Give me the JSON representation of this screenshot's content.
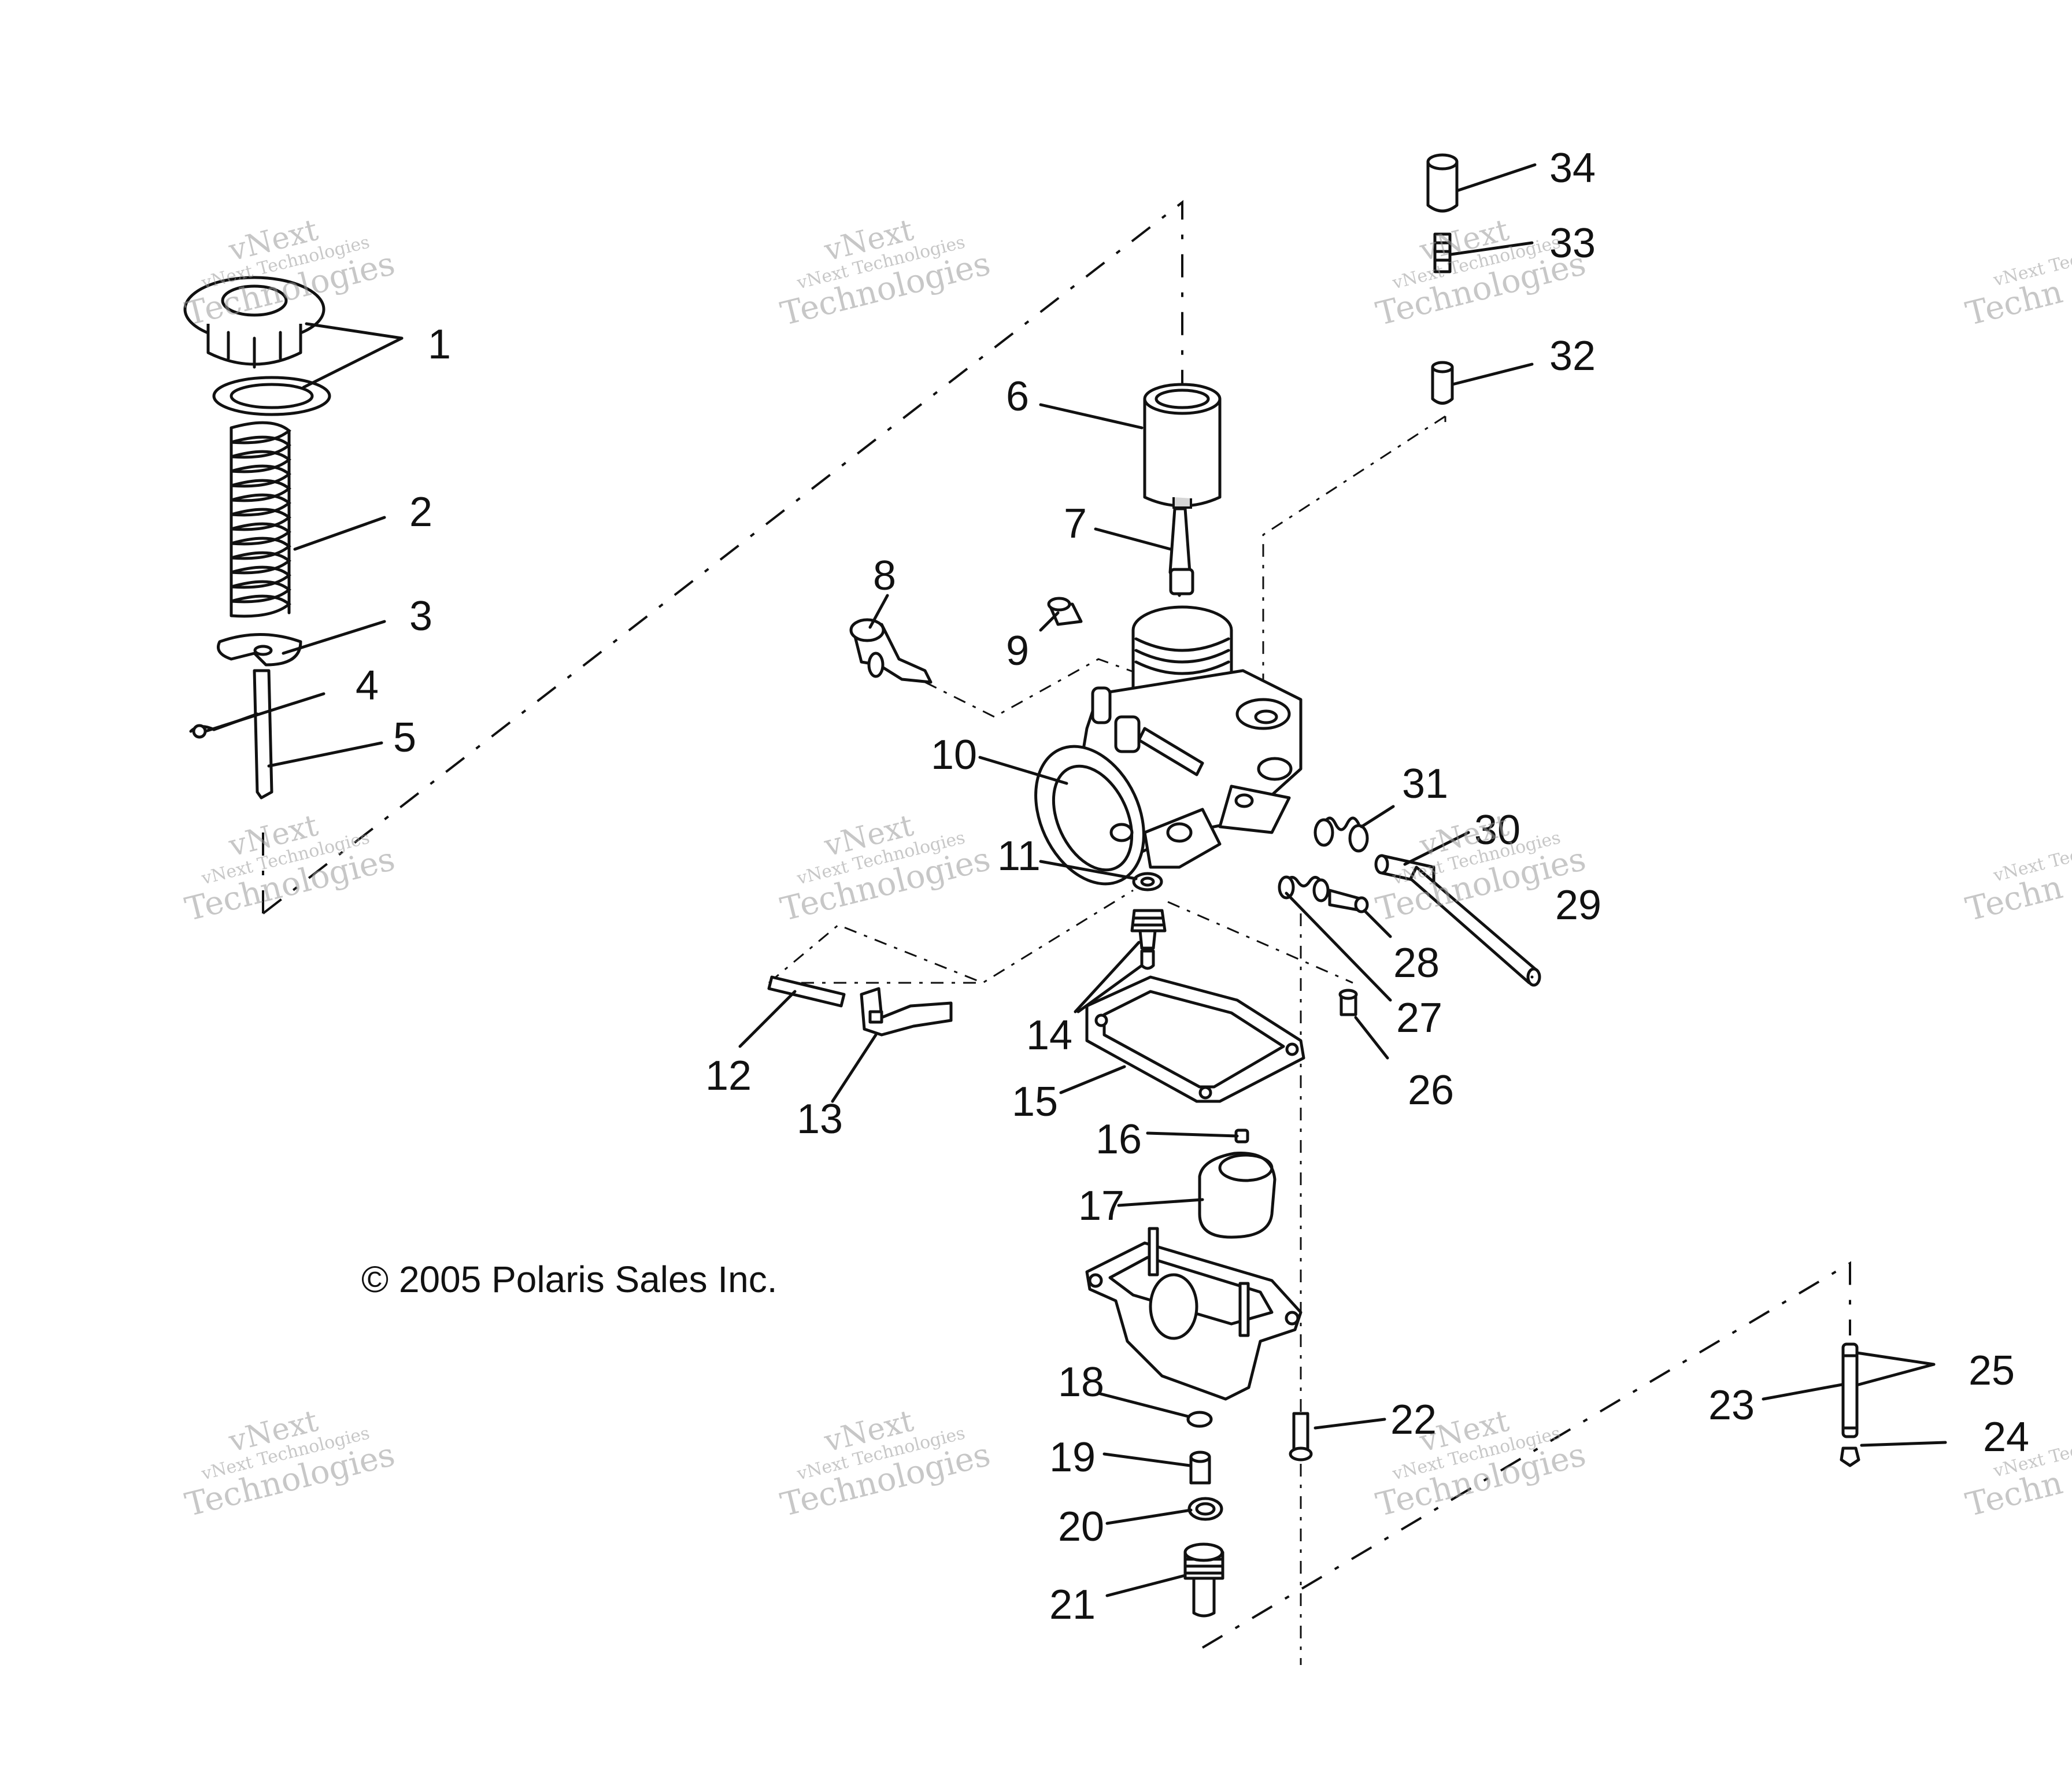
{
  "copyright": "© 2005 Polaris Sales Inc.",
  "watermark": {
    "brand": "vNext",
    "line": "vNext Technologies",
    "word": "Technologies",
    "partial_brand": "vNext Tec",
    "partial_word": "Techn"
  },
  "callouts": [
    "1",
    "2",
    "3",
    "4",
    "5",
    "6",
    "7",
    "8",
    "9",
    "10",
    "11",
    "12",
    "13",
    "14",
    "15",
    "16",
    "17",
    "18",
    "19",
    "20",
    "21",
    "22",
    "23",
    "24",
    "25",
    "26",
    "27",
    "28",
    "29",
    "30",
    "31",
    "32",
    "33",
    "34"
  ]
}
